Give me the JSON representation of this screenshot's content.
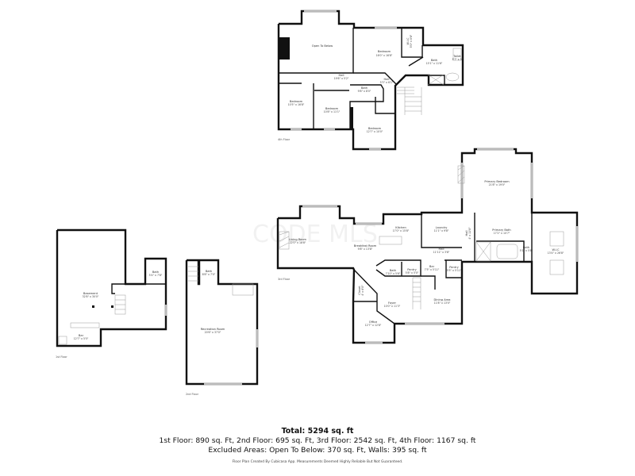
{
  "watermark": "CODE MLS",
  "floors": {
    "first": {
      "label": "1st Floor",
      "rooms": [
        {
          "name": "Basement",
          "dims": "32'8\" x 30'0\""
        },
        {
          "name": "Bath",
          "dims": "5'4\" x 7'8\""
        },
        {
          "name": "Bar",
          "dims": "12'7\" x 5'5\""
        }
      ]
    },
    "second": {
      "label": "2nd Floor",
      "rooms": [
        {
          "name": "Bath",
          "dims": "8'8\" x 7'0\""
        },
        {
          "name": "Recreation Room",
          "dims": "20'6\" x 37'0\""
        }
      ]
    },
    "third": {
      "label": "3rd Floor",
      "rooms": [
        {
          "name": "Living Room",
          "dims": "22'0\" x 18'8\""
        },
        {
          "name": "Breakfast Room",
          "dims": "9'8\" x 13'8\""
        },
        {
          "name": "Kitchen",
          "dims": "17'0\" x 15'8\""
        },
        {
          "name": "Laundry",
          "dims": "11'1\" x 9'8\""
        },
        {
          "name": "Hall",
          "dims": "11'11\" x 3'8\""
        },
        {
          "name": "Bath",
          "dims": "7'10\" x 5'6\""
        },
        {
          "name": "Pantry",
          "dims": "5'8\" x 5'0\""
        },
        {
          "name": "Bar",
          "dims": "7'5\" x 5'11\""
        },
        {
          "name": "Pantry",
          "dims": "5'5\" x 5'11\""
        },
        {
          "name": "Closet",
          "dims": "4' x 6'0\""
        },
        {
          "name": "Foyer",
          "dims": "10'0\" x 11'3\""
        },
        {
          "name": "Dining Area",
          "dims": "11'8\" x 13'0\""
        },
        {
          "name": "Office",
          "dims": "12'7\" x 12'8\""
        },
        {
          "name": "Primary Bedroom",
          "dims": "21'8\" x 19'0\""
        },
        {
          "name": "Primary Bath",
          "dims": "17'2\" x 10'7\""
        },
        {
          "name": "Hall",
          "dims": "4' x 11'8\""
        },
        {
          "name": "Bath",
          "dims": "5'1\" x 5'8\""
        },
        {
          "name": "W.I.C",
          "dims": "13'4\" x 26'8\""
        }
      ]
    },
    "fourth": {
      "label": "4th Floor",
      "rooms": [
        {
          "name": "Open To Below",
          "dims": ""
        },
        {
          "name": "Bedroom",
          "dims": "16'0\" x 16'8\""
        },
        {
          "name": "W.I.C",
          "dims": "5'0\" x 8'6\""
        },
        {
          "name": "Bath",
          "dims": "15'1\" x 11'6\""
        },
        {
          "name": "Toilet",
          "dims": "3'7\" x 5'"
        },
        {
          "name": "Hall",
          "dims": "19'6\" x 5'2\""
        },
        {
          "name": "Hall",
          "dims": "5'3\" x 6'1\""
        },
        {
          "name": "Bath",
          "dims": "9'8\" x 8'0\""
        },
        {
          "name": "Bedroom",
          "dims": "10'5\" x 16'8\""
        },
        {
          "name": "Bedroom",
          "dims": "10'8\" x 11'1\""
        },
        {
          "name": "Bedroom",
          "dims": "12'7\" x 10'0\""
        }
      ]
    }
  },
  "summary": {
    "total": "Total: 5294 sq. ft",
    "floors": "1st Floor: 890 sq. Ft, 2nd Floor: 695 sq. Ft, 3rd Floor: 2542 sq. Ft, 4th Floor: 1167 sq. ft",
    "excluded": "Excluded Areas: Open To Below: 370 sq. Ft, Walls: 395 sq. ft",
    "credit": "Floor Plan Created By Cubicasa App. Measurements Deemed Highly Reliable But Not Guaranteed."
  }
}
